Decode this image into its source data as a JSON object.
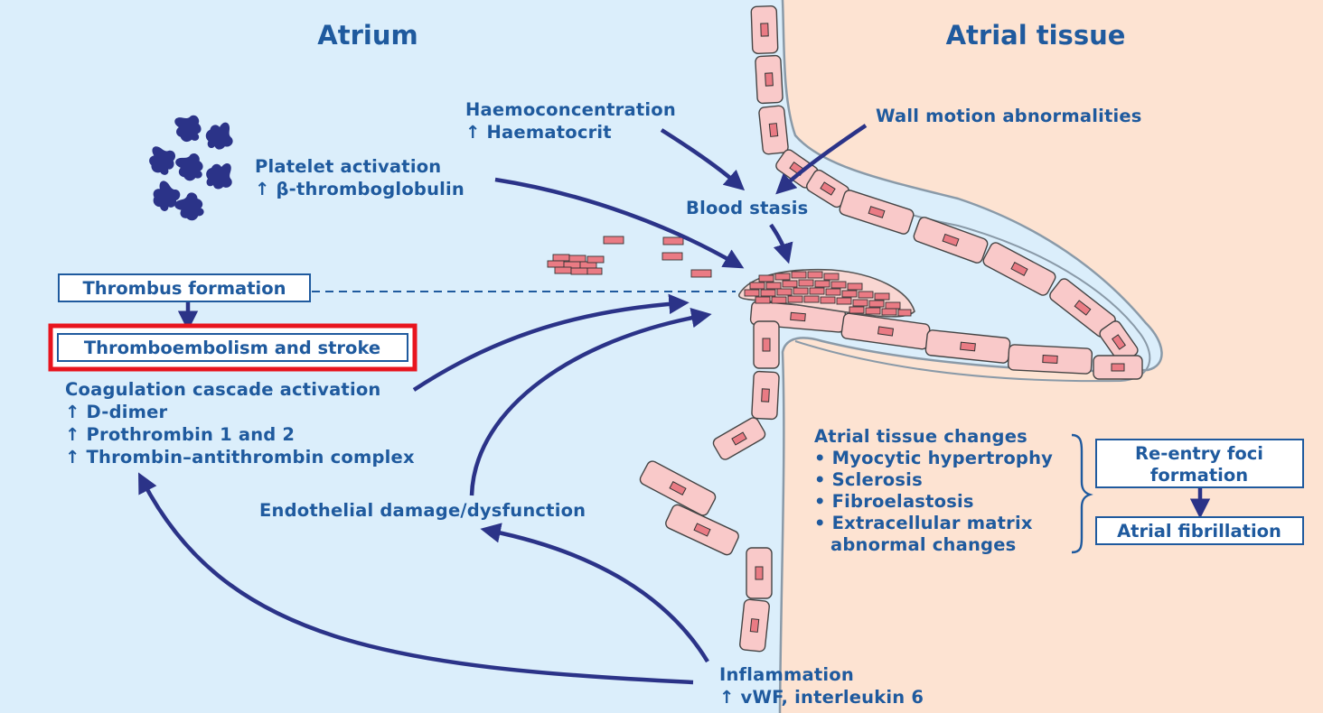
{
  "regions": {
    "left_title": "Atrium",
    "right_title": "Atrial tissue"
  },
  "labels": {
    "haemoconcentration": "Haemoconcentration",
    "haematocrit": "↑ Haematocrit",
    "wall_motion": "Wall motion abnormalities",
    "platelet_activation": "Platelet activation",
    "beta_thromboglobulin": "↑ β-thromboglobulin",
    "blood_stasis": "Blood stasis",
    "coagulation": "Coagulation cascade activation",
    "d_dimer": "↑ D-dimer",
    "prothrombin": "↑ Prothrombin 1 and 2",
    "tat_complex": "↑ Thrombin–antithrombin complex",
    "endothelial": "Endothelial damage/dysfunction",
    "inflammation": "Inflammation",
    "vwf": "↑ vWF, interleukin 6",
    "tissue_changes_title": "Atrial tissue changes",
    "tissue_changes": [
      "• Myocytic hypertrophy",
      "• Sclerosis",
      "• Fibroelastosis",
      "• Extracellular matrix",
      "abnormal changes"
    ]
  },
  "boxes": {
    "thrombus_formation": "Thrombus formation",
    "thromboembolism": "Thromboembolism and stroke",
    "reentry_line1": "Re-entry foci",
    "reentry_line2": "formation",
    "atrial_fibrillation": "Atrial fibrillation"
  },
  "colors": {
    "atrium_bg": "#dbeefb",
    "tissue_bg": "#fde3d2",
    "text": "#1f5a9e",
    "arrow": "#2b3388",
    "highlight": "#e8141e",
    "cell_fill": "#f9c9c9",
    "rbc_fill": "#ea7b84"
  }
}
